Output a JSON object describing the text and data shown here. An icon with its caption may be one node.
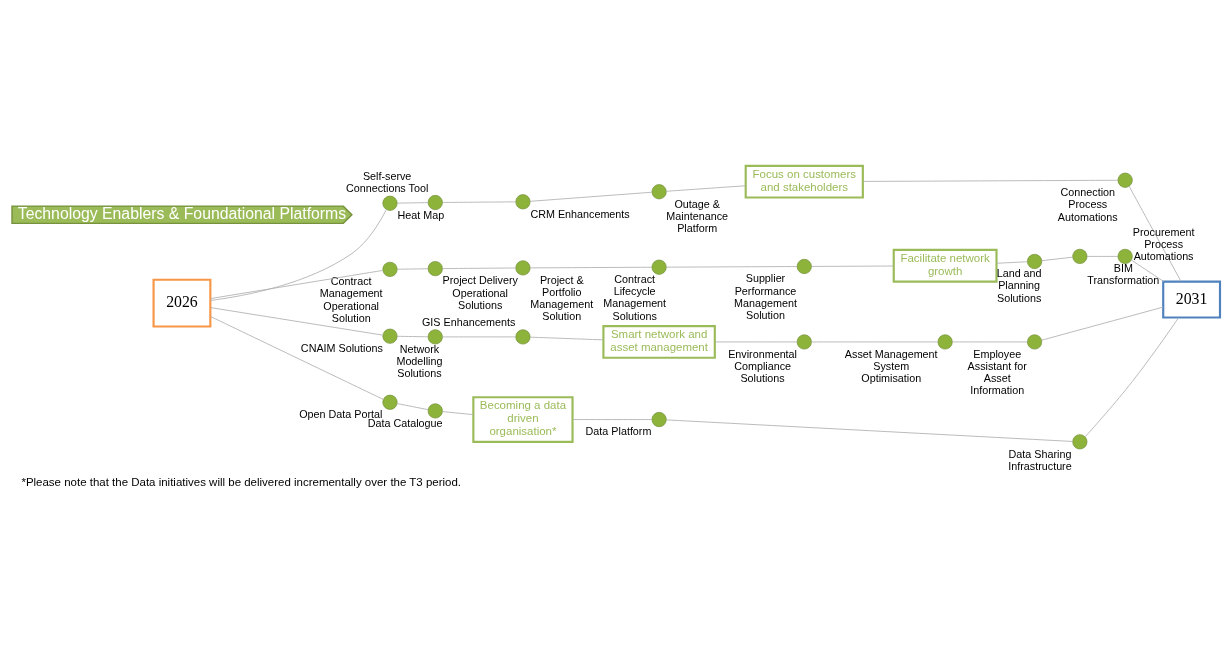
{
  "diagram": {
    "caption": "*Please note that the Data initiatives will be delivered incrementally over the T3 period.",
    "nodes": [
      {
        "text": [
          "2026"
        ]
      },
      {
        "text": [
          "2031"
        ]
      },
      {
        "text": [
          "Focus on customers and stakeholders"
        ]
      },
      {
        "text": [
          "Facilitate network growth"
        ]
      },
      {
        "text": [
          "Smart network and asset management"
        ]
      },
      {
        "text": [
          "Becoming a data driven organisation*"
        ]
      },
      {
        "text": [],
        "shape": "circle",
        "beside": [
          "Heat Map"
        ]
      },
      {
        "text": [],
        "shape": "circle",
        "beside": [
          "Self-serve Connections Tool"
        ]
      },
      {
        "text": [],
        "shape": "circle",
        "beside": [
          "CRM Enhancements"
        ]
      },
      {
        "text": [],
        "shape": "circle",
        "beside": [
          "Outage & Maintenance Platform"
        ]
      },
      {
        "text": [],
        "shape": "circle",
        "beside": [
          "Connection Process Automations"
        ]
      },
      {
        "text": [],
        "shape": "circle",
        "beside": [
          "Contract Management Operational Solution"
        ]
      },
      {
        "text": [],
        "shape": "circle",
        "beside": [
          "Project Delivery Operational Solutions"
        ]
      },
      {
        "text": [],
        "shape": "circle",
        "beside": [
          "Project & Portfolio Management Solution"
        ]
      },
      {
        "text": [],
        "shape": "circle",
        "beside": [
          "Contract Lifecycle Management Solutions"
        ]
      },
      {
        "text": [],
        "shape": "circle",
        "beside": [
          "Supplier Performance Management Solution"
        ]
      },
      {
        "text": [],
        "shape": "circle",
        "beside": [
          "Land and Planning Solutions"
        ]
      },
      {
        "text": [],
        "shape": "circle",
        "beside": [
          "BIM Transformation"
        ]
      },
      {
        "text": [],
        "shape": "circle",
        "beside": [
          "Procurement Process Automations"
        ]
      },
      {
        "text": [],
        "shape": "circle",
        "beside": [
          "CNAIM Solutions"
        ]
      },
      {
        "text": [],
        "shape": "circle",
        "beside": [
          "Network Modelling Solutions"
        ]
      },
      {
        "text": [],
        "shape": "circle",
        "beside": [
          "GIS Enhancements"
        ]
      },
      {
        "text": [],
        "shape": "circle",
        "beside": [
          "Environmental Compliance Solutions"
        ]
      },
      {
        "text": [],
        "shape": "circle",
        "beside": [
          "Asset Management System Optimisation"
        ]
      },
      {
        "text": [],
        "shape": "circle",
        "beside": [
          "Employee Assistant for Asset Information"
        ]
      },
      {
        "text": [],
        "shape": "circle",
        "beside": [
          "Open Data Portal"
        ]
      },
      {
        "text": [],
        "shape": "circle",
        "beside": [
          "Data Catalogue"
        ]
      },
      {
        "text": [],
        "shape": "circle",
        "beside": [
          "Data Platform"
        ]
      },
      {
        "text": [],
        "shape": "circle",
        "beside": [
          "Data Sharing Infrastructure"
        ]
      },
      {
        "text": [
          "Technology Enablers & Foundational Platforms"
        ]
      }
    ],
    "edges": [
      {
        "from": 0,
        "to": 6,
        "arrow": "none"
      },
      {
        "from": 6,
        "to": 7,
        "arrow": "none"
      },
      {
        "from": 7,
        "to": 8,
        "arrow": "none"
      },
      {
        "from": 8,
        "to": 9,
        "arrow": "none"
      },
      {
        "from": 9,
        "to": 2,
        "arrow": "none"
      },
      {
        "from": 2,
        "to": 10,
        "arrow": "none"
      },
      {
        "from": 10,
        "to": 1,
        "arrow": "none"
      },
      {
        "from": 0,
        "to": 11,
        "arrow": "none"
      },
      {
        "from": 11,
        "to": 12,
        "arrow": "none"
      },
      {
        "from": 12,
        "to": 13,
        "arrow": "none"
      },
      {
        "from": 13,
        "to": 14,
        "arrow": "none"
      },
      {
        "from": 14,
        "to": 15,
        "arrow": "none"
      },
      {
        "from": 15,
        "to": 3,
        "arrow": "none"
      },
      {
        "from": 3,
        "to": 16,
        "arrow": "none"
      },
      {
        "from": 16,
        "to": 17,
        "arrow": "none"
      },
      {
        "from": 17,
        "to": 18,
        "arrow": "none"
      },
      {
        "from": 18,
        "to": 1,
        "arrow": "none"
      },
      {
        "from": 0,
        "to": 19,
        "arrow": "none"
      },
      {
        "from": 19,
        "to": 20,
        "arrow": "none"
      },
      {
        "from": 20,
        "to": 21,
        "arrow": "none"
      },
      {
        "from": 21,
        "to": 4,
        "arrow": "none"
      },
      {
        "from": 4,
        "to": 22,
        "arrow": "none"
      },
      {
        "from": 22,
        "to": 23,
        "arrow": "none"
      },
      {
        "from": 23,
        "to": 24,
        "arrow": "none"
      },
      {
        "from": 24,
        "to": 1,
        "arrow": "none"
      },
      {
        "from": 0,
        "to": 25,
        "arrow": "none"
      },
      {
        "from": 25,
        "to": 26,
        "arrow": "none"
      },
      {
        "from": 26,
        "to": 5,
        "arrow": "none"
      },
      {
        "from": 5,
        "to": 27,
        "arrow": "none"
      },
      {
        "from": 27,
        "to": 28,
        "arrow": "none"
      },
      {
        "from": 28,
        "to": 1,
        "arrow": "none"
      }
    ]
  }
}
